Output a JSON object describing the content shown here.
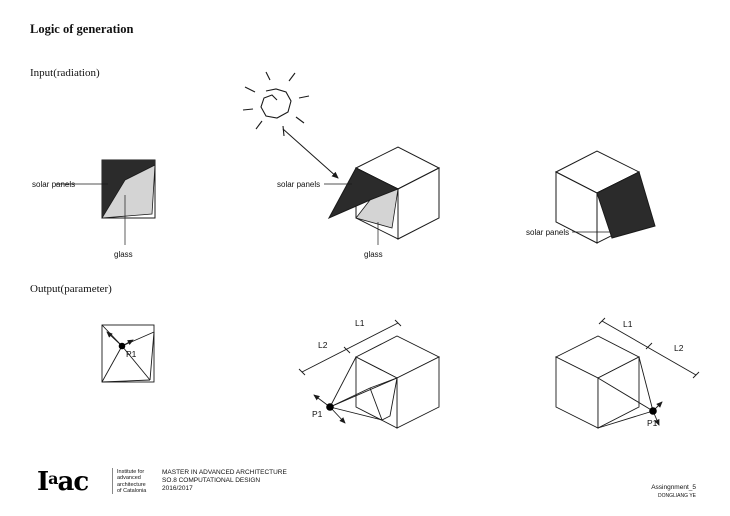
{
  "title": "Logic of generation",
  "sections": {
    "input": "Input(radiation)",
    "output": "Output(parameter)"
  },
  "labels": {
    "solar_panels_1": "solar panels",
    "glass_1": "glass",
    "solar_panels_2": "solar panels",
    "glass_2": "glass",
    "solar_panels_3": "solar panels",
    "p1_a": "P1",
    "p1_b": "P1",
    "p1_c": "P1",
    "l1_b": "L1",
    "l2_b": "L2",
    "l1_c": "L1",
    "l2_c": "L2"
  },
  "footer": {
    "logo_main": "I",
    "logo_sup_a": "a",
    "logo_a": "a",
    "logo_c": "c",
    "institute_lines": [
      "Institute for",
      "advanced",
      "architecture",
      "of Catalonia"
    ],
    "program_lines": [
      "MASTER IN ADVANCED ARCHITECTURE",
      "SO.8 COMPUTATIONAL DESIGN",
      "2016/2017"
    ],
    "assignment": "Assingnment_5",
    "author": "DONGLIANG YE"
  },
  "colors": {
    "panel_dark": "#2b2b2b",
    "glass_gray": "#d4d4d4",
    "line": "#1a1a1a"
  }
}
